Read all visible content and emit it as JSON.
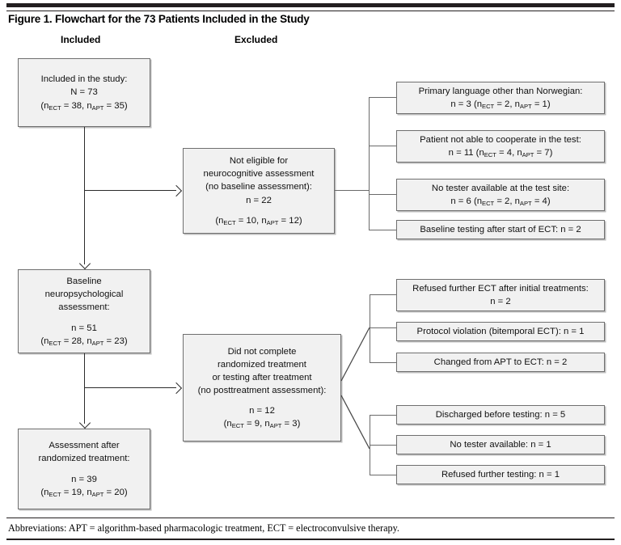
{
  "figure": {
    "title": "Figure 1. Flowchart for the 73 Patients Included in the Study",
    "footnote": "Abbreviations: APT = algorithm-based pharmacologic treatment, ECT = electroconvulsive therapy."
  },
  "columns": {
    "included_label": "Included",
    "excluded_label": "Excluded"
  },
  "flow": {
    "included_study": {
      "line1": "Included in the study:",
      "line2": "N = 73",
      "line3_pre": "(n",
      "line3_sub1": "ECT",
      "line3_mid": " = 38, n",
      "line3_sub2": "APT",
      "line3_post": " = 35)"
    },
    "not_eligible": {
      "line1": "Not eligible for",
      "line2": "neurocognitive assessment",
      "line3": "(no baseline assessment):",
      "line4": "n = 22",
      "line5_pre": "(n",
      "line5_sub1": "ECT",
      "line5_mid": " = 10, n",
      "line5_sub2": "APT",
      "line5_post": " = 12)"
    },
    "baseline": {
      "line1": "Baseline",
      "line2": "neuropsychological",
      "line3": "assessment:",
      "line4": "n = 51",
      "line5_pre": "(n",
      "line5_sub1": "ECT",
      "line5_mid": " = 28, n",
      "line5_sub2": "APT",
      "line5_post": " = 23)"
    },
    "did_not_complete": {
      "line1": "Did not complete",
      "line2": "randomized treatment",
      "line3": "or testing after treatment",
      "line4": "(no posttreatment assessment):",
      "line5": "n = 12",
      "line6_pre": "(n",
      "line6_sub1": "ECT",
      "line6_mid": " = 9, n",
      "line6_sub2": "APT",
      "line6_post": " = 3)"
    },
    "final_assessment": {
      "line1": "Assessment after",
      "line2": "randomized treatment:",
      "line3": "n = 39",
      "line4_pre": "(n",
      "line4_sub1": "ECT",
      "line4_mid": " = 19, n",
      "line4_sub2": "APT",
      "line4_post": " = 20)"
    }
  },
  "exclusions_baseline": [
    {
      "line1": "Primary language other than Norwegian:",
      "line2_pre": "n = 3 (n",
      "line2_sub1": "ECT",
      "line2_mid": " = 2, n",
      "line2_sub2": "APT",
      "line2_post": " = 1)"
    },
    {
      "line1": "Patient not able to cooperate in the test:",
      "line2_pre": "n = 11 (n",
      "line2_sub1": "ECT",
      "line2_mid": " = 4, n",
      "line2_sub2": "APT",
      "line2_post": " = 7)"
    },
    {
      "line1": "No tester available at the test site:",
      "line2_pre": "n = 6 (n",
      "line2_sub1": "ECT",
      "line2_mid": " = 2, n",
      "line2_sub2": "APT",
      "line2_post": " = 4)"
    },
    {
      "line1": "Baseline testing after start of ECT: n = 2",
      "line2_pre": "",
      "line2_sub1": "",
      "line2_mid": "",
      "line2_sub2": "",
      "line2_post": ""
    }
  ],
  "exclusions_treatment_upper": [
    {
      "line1": "Refused further ECT after initial treatments:",
      "line2": "n = 2"
    },
    {
      "line1": "Protocol violation (bitemporal ECT): n = 1",
      "line2": ""
    },
    {
      "line1": "Changed from APT to ECT: n = 2",
      "line2": ""
    }
  ],
  "exclusions_treatment_lower": [
    {
      "line1": "Discharged before testing: n = 5"
    },
    {
      "line1": "No tester available: n = 1"
    },
    {
      "line1": "Refused further testing: n = 1"
    }
  ],
  "colors": {
    "box_fill": "#f1f1f1",
    "box_border": "#6f6f6f",
    "rule": "#231f20",
    "connector": "#2b2b2b"
  }
}
